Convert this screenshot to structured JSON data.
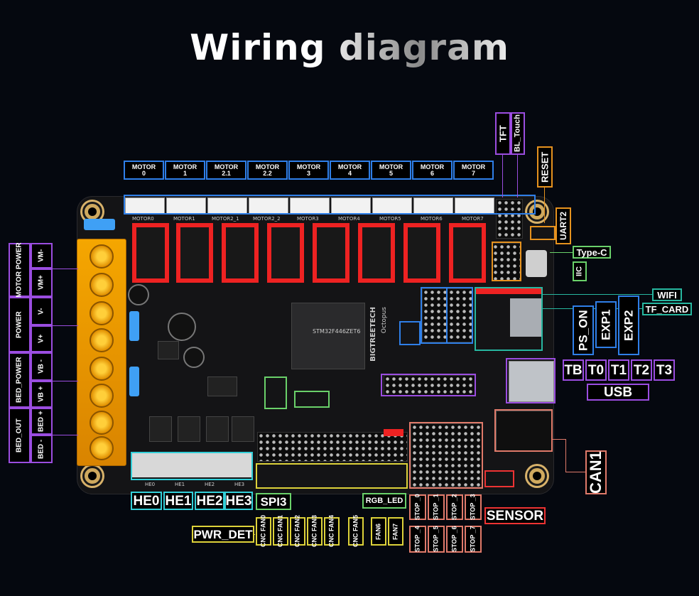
{
  "title": "Wiring diagram",
  "motors": [
    {
      "label": "MOTOR",
      "num": "0",
      "silk": "MOTOR0"
    },
    {
      "label": "MOTOR",
      "num": "1",
      "silk": "MOTOR1"
    },
    {
      "label": "MOTOR",
      "num": "2.1",
      "silk": "MOTOR2_1"
    },
    {
      "label": "MOTOR",
      "num": "2.2",
      "silk": "MOTOR2_2"
    },
    {
      "label": "MOTOR",
      "num": "3",
      "silk": "MOTOR3"
    },
    {
      "label": "MOTOR",
      "num": "4",
      "silk": "MOTOR4"
    },
    {
      "label": "MOTOR",
      "num": "5",
      "silk": "MOTOR5"
    },
    {
      "label": "MOTOR",
      "num": "6",
      "silk": "MOTOR6"
    },
    {
      "label": "MOTOR",
      "num": "7",
      "silk": "MOTOR7"
    }
  ],
  "power_labels": {
    "motor_power": "MOTOR POWER",
    "vm_minus": "VM-",
    "vm_plus": "VM+",
    "power": "POWER",
    "v_minus": "V-",
    "v_plus": "V+",
    "bed_power": "BED_POWER",
    "vb_minus": "VB -",
    "vb_plus": "VB +",
    "bed_out": "BED_OUT",
    "bed_plus": "BED +",
    "bed_minus": "BED -"
  },
  "top_right": {
    "tft": "TFT",
    "bl_touch": "BL_Touch",
    "reset": "RESET",
    "uart2": "UART2",
    "type_c": "Type-C",
    "iic": "IIC",
    "wifi": "WIFI",
    "tf_card": "TF_CARD",
    "ps_on": "PS_ON",
    "exp1": "EXP1",
    "exp2": "EXP2",
    "tb": "TB",
    "t0": "T0",
    "t1": "T1",
    "t2": "T2",
    "t3": "T3",
    "usb": "USB",
    "can1": "CAN1",
    "sensor": "SENSOR"
  },
  "bottom": {
    "he0": "HE0",
    "he1": "HE1",
    "he2": "HE2",
    "he3": "HE3",
    "spi3": "SPI3",
    "pwr_det": "PWR_DET",
    "rgb_led": "RGB_LED",
    "fans": [
      "CNC FAN0",
      "CNC FAN1",
      "CNC FAN2",
      "CNC FAN3",
      "CNC FAN4",
      "CNC FAN5",
      "FAN6",
      "FAN7"
    ],
    "stops": [
      "STOP _0",
      "STOP _1",
      "STOP _2",
      "STOP _3",
      "STOP _4",
      "STOP _5",
      "STOP _6",
      "STOP _7"
    ]
  },
  "silkscreen": {
    "brand": "BIGTREETECH",
    "model": "Octopus",
    "mcu": "STM32F446ZET6",
    "he_silk": [
      "HE0",
      "HE1",
      "HE2",
      "HE3"
    ]
  },
  "colors": {
    "motor": "#2f7fe8",
    "power": "#9b4de0",
    "heater": "#33cfd8",
    "fan": "#ddd23a",
    "stop": "#e07a6a",
    "io": "#6ad16a",
    "uart": "#e6921e",
    "sensor": "#e33",
    "wifi": "#27b7a0"
  }
}
